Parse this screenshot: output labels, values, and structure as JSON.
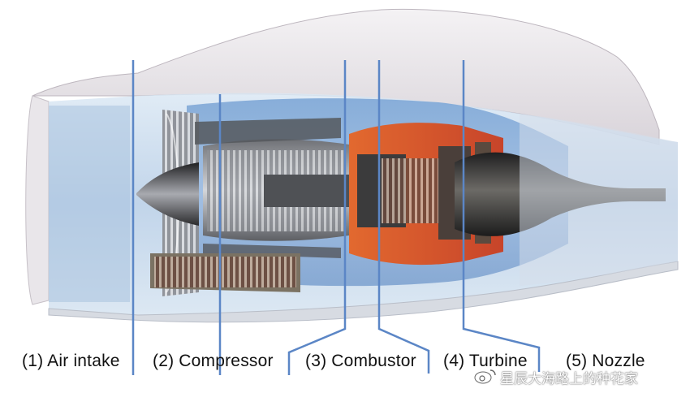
{
  "labels": {
    "air_intake": "(1) Air intake",
    "compressor": "(2) Compressor",
    "combustor": "(3) Combustor",
    "turbine": "(4) Turbine",
    "nozzle": "(5) Nozzle"
  },
  "watermark": {
    "text": "星辰大海路上的种花家",
    "icon": "weibo-icon"
  },
  "colors": {
    "pointer_line": "#5b86c6",
    "nacelle_glass": "#cfe0f0",
    "hot_section": "#d8502a",
    "metal_dark": "#3a3a3a",
    "metal_light": "#b9bcc2"
  }
}
